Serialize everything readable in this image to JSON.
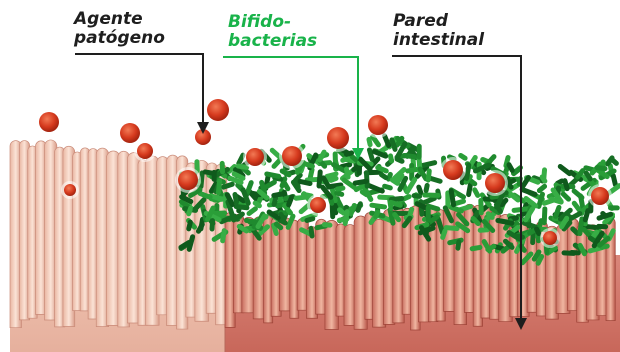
{
  "labels": {
    "pathogen": "Agente\npatógeno",
    "bifido": "Bifido-\nbacterias",
    "wall": "Pared\nintestinal"
  },
  "colors": {
    "pathogen": "#d63a1e",
    "bifido": "#1f8a2e",
    "bifido_label": "#19b34a",
    "wall_light": "#f3cbb8",
    "wall_dark": "#c9756a",
    "arrow_dark": "#1e1e1e"
  },
  "legend_items": [
    {
      "key": "pathogen",
      "icon": "red-sphere-icon"
    },
    {
      "key": "bifido",
      "icon": "green-rod-icon"
    },
    {
      "key": "wall",
      "icon": "villi-icon"
    }
  ]
}
